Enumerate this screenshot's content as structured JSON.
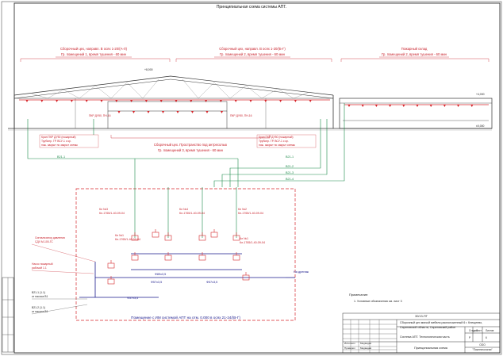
{
  "title": "Принципиальная схема системы АПТ.",
  "elevations": {
    "roof": "+8,000",
    "annex": "+4,000",
    "floor": "±0,000"
  },
  "zones": [
    {
      "line1": "Сборочный цех, направл. В осях 1-20/(А-Л)",
      "line2": "Гр. помещений 1, время тушения - 60 мин"
    },
    {
      "line1": "Сборочный цех, направл. В осях 1-20/(Б-Г)",
      "line2": "Гр. помещений 2, время тушения - 60 мин"
    },
    {
      "line1": "Пожарный склад",
      "line2": "Гр. помещений 2, время тушения - 60 мин"
    },
    {
      "line1": "Сборочный цех. Пространство под антресолью",
      "line2": "Гр. помещений 3, время тушения - 60 мин"
    }
  ],
  "labels": {
    "valve_left": "ПКР ДУ50, ПН-16",
    "valve_right": "ПКР ДУ50, ПН-16"
  },
  "notes": [
    {
      "l1": "Кран ПКР ДУ50 (пожарный)",
      "l2": "Трубопр. ГР. ВСУ-1 с кр.",
      "l3": "пож. закрыт по закрыт схемы"
    },
    {
      "l1": "Кран ПКР ДУ50 (пожарный)",
      "l2": "Трубопр. ГР. ВСУ-1 с кр.",
      "l3": "пож. закрыт по закрыт схемы"
    }
  ],
  "lines": [
    "В21-1",
    "В21-1",
    "В21-2",
    "В21-3",
    "В21-4"
  ],
  "pump_room": {
    "caption": "Помещение с ИМ системой АПТ на отм. 0.000 в осях 21-24/(В-Г)",
    "labels": [
      "Кл №3",
      "Кл-1765/1-40-09-04",
      "Кл №4",
      "Кл-1765/1-40-09-04",
      "Кл №2",
      "Кл-1765/1-40-09-04",
      "Кл №1",
      "Кл-1765/1-40-09-04",
      "Кл №1",
      "Кл-1765/1-40-09-04"
    ],
    "dims": [
      "Ф57х3,5",
      "Ф57х3,5",
      "Ф89х3,5",
      "Ф57х3,5"
    ],
    "outlet": "На дренаж"
  },
  "side_notes": [
    "Сигнализатор давления",
    "СДУ-М-100-ГС",
    "Насос пожарный",
    "рабочий 1.1",
    "В21-1 (1.1)",
    "от насоса В1",
    "В21-2 (1.1)",
    "от насоса В1"
  ],
  "notes_block": {
    "title": "Примечание:",
    "item": "1. Условные обозначения см. лист 3"
  },
  "title_block": {
    "code": "30/13-ПТ",
    "project1": "Сборочный цех мягкой мебели расположенный 6 г. Клещеево,",
    "project2": "Саратовской области, Саратовский район",
    "project3": "",
    "section": "Система АПТ. Технологическая часть",
    "sheet_name": "Принципиальная схема",
    "stage": "Стадия",
    "sheet": "Лист",
    "sheets": "Листов",
    "stage_val": "Р",
    "sheets_val": "6",
    "org1": "ООО",
    "org2": "\"Пожтехнологии\"",
    "role1": "Исполнил",
    "role2": "Проверил",
    "name1": "Медведев",
    "name2": "Медведев"
  }
}
